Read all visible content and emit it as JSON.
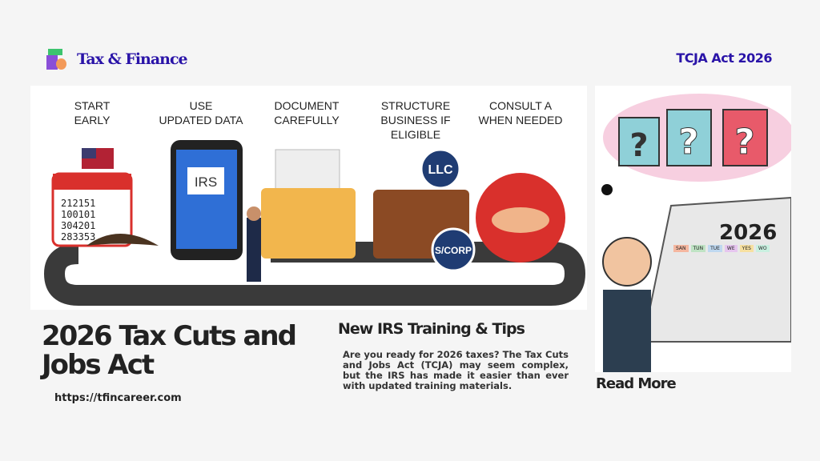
{
  "header": {
    "brand": "Tax & Finance",
    "tag": "TCJA Act 2026"
  },
  "hero": {
    "steps": [
      "START\nEARLY",
      "USE\nUPDATED DATA",
      "DOCUMENT\nCAREFULLY",
      "STRUCTURE\nBUSINESS IF\nELIGIBLE",
      "CONSULT A\nWHEN NEEDED"
    ],
    "phone_label": "IRS",
    "badge_llc": "LLC",
    "badge_scorp": "S/CORP",
    "calendar_digits": [
      "212151",
      "100101",
      "304201",
      "283353"
    ]
  },
  "side": {
    "year": "2026",
    "days": [
      "SAN",
      "TUN",
      "TUE",
      "WE",
      "YES",
      "WO"
    ]
  },
  "main": {
    "title": "2026 Tax Cuts and Jobs Act",
    "url": "https://tfincareer.com",
    "subtitle": "New IRS Training & Tips",
    "description": "Are you ready for 2026 taxes? The Tax Cuts and Jobs Act (TCJA) may seem complex, but the IRS has made it easier than ever with updated training materials.",
    "read_more": "Read More"
  },
  "colors": {
    "brand": "#2a14a8",
    "road": "#3a3a3a",
    "calendar_red": "#d9302c"
  }
}
